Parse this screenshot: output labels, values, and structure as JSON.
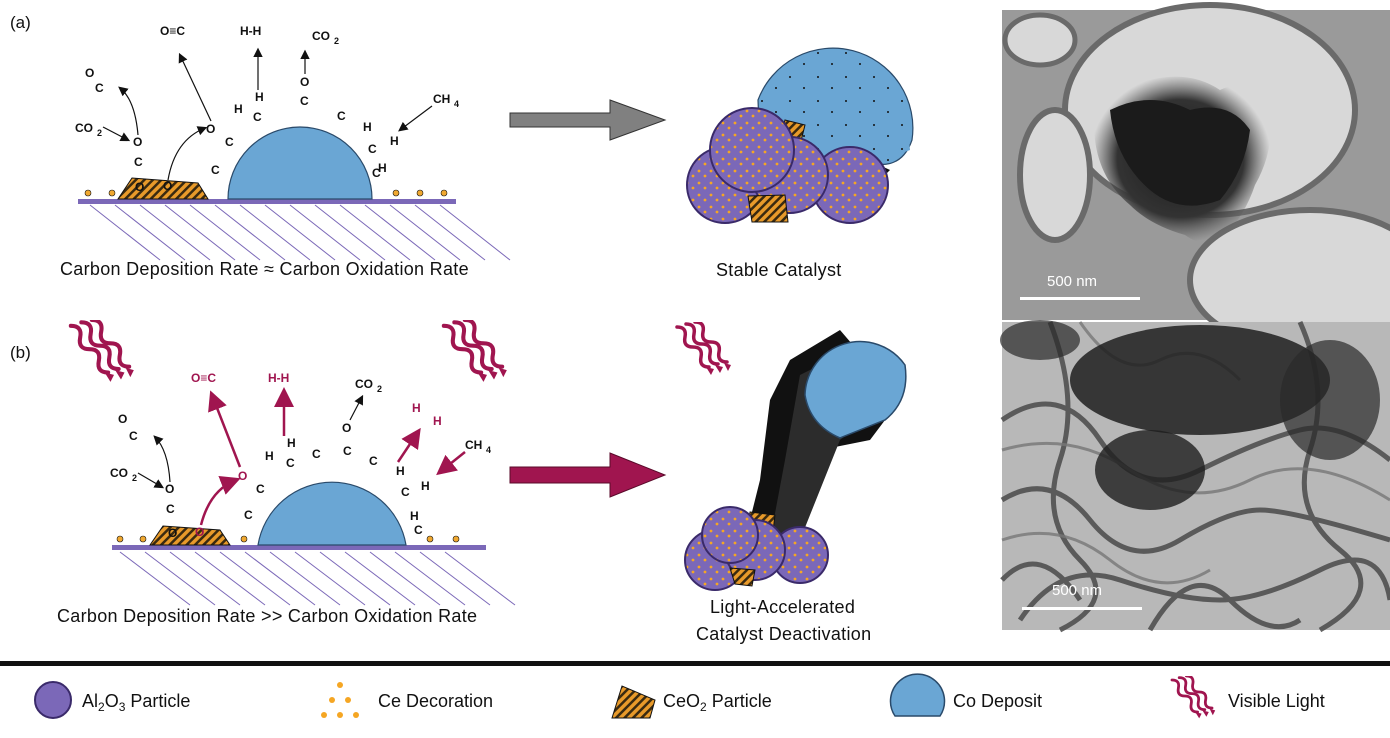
{
  "panels": {
    "a_label": "(a)",
    "b_label": "(b)"
  },
  "panel_a": {
    "caption": "Carbon Deposition Rate ≈ Carbon Oxidation Rate",
    "result_label": "Stable Catalyst",
    "molecules": {
      "co_gas": "O≡C",
      "h2": "H-H",
      "co2_top": "CO",
      "co2_top_sub": "2",
      "ch4": "CH",
      "ch4_sub": "4",
      "co2_left": "CO",
      "co2_left_sub": "2",
      "co_small": "O",
      "c_atom": "C",
      "h_atom": "H",
      "o_atom": "O"
    },
    "scale_bar": "500 nm"
  },
  "panel_b": {
    "caption": "Carbon Deposition Rate >> Carbon Oxidation Rate",
    "result_label_line1": "Light-Accelerated",
    "result_label_line2": "Catalyst Deactivation",
    "molecules": {
      "co_gas": "O≡C",
      "h2": "H-H",
      "co2_top": "CO",
      "co2_top_sub": "2",
      "ch4": "CH",
      "ch4_sub": "4",
      "co2_left": "CO",
      "co2_left_sub": "2",
      "c_atom": "C",
      "h_atom": "H",
      "o_atom": "O"
    },
    "scale_bar": "500 nm"
  },
  "legend": {
    "al2o3_pre": "Al",
    "al2o3_sub1": "2",
    "al2o3_mid": "O",
    "al2o3_sub2": "3",
    "al2o3_post": " Particle",
    "ce_decoration": "Ce Decoration",
    "ceo2_pre": "CeO",
    "ceo2_sub": "2",
    "ceo2_post": " Particle",
    "co_deposit": "Co Deposit",
    "visible_light": "Visible Light"
  },
  "colors": {
    "al2o3": "#7b68b8",
    "ce_decoration": "#f0a830",
    "ceo2": "#e89a2a",
    "co_deposit": "#6aa6d4",
    "visible_light": "#a0154f",
    "carbon": "#111111",
    "arrow_a": "#808080",
    "arrow_b": "#a0154f"
  }
}
